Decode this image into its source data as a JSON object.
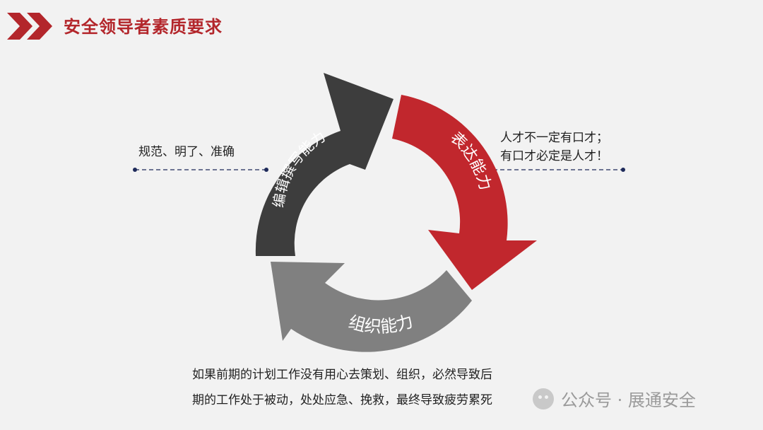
{
  "header": {
    "title": "安全领导者素质要求"
  },
  "cycle": {
    "writing_label": "编辑撰写能力",
    "expression_label": "表达能力",
    "organizing_label": "组织能力"
  },
  "notes": {
    "left": "规范、明了、准确",
    "right_line1": "人才不一定有口才；",
    "right_line2": "有口才必定是人才！"
  },
  "bottom_text": {
    "line1": "如果前期的计划工作没有用心去策划、组织，必然导致后",
    "line2": "期的工作处于被动，处处应急、挽救，最终导致疲劳累死"
  },
  "watermark": {
    "text": "公众号 · 展通安全"
  },
  "colors": {
    "accent": "#b3262b",
    "dark_arrow": "#3d3d3d",
    "gray_arrow": "#808080"
  }
}
